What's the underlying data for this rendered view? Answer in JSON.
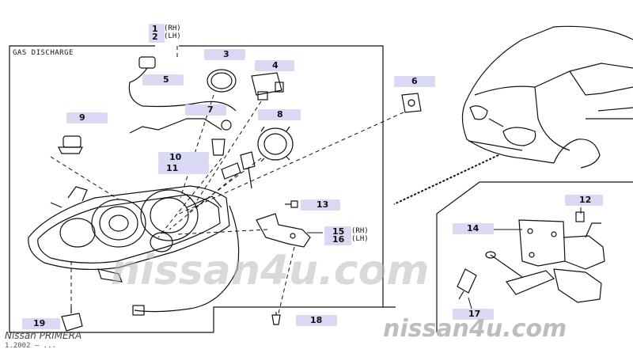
{
  "section_caption": "GAS DISCHARGE",
  "parts": [
    {
      "id": "p1",
      "num": "1",
      "side": "(RH)"
    },
    {
      "id": "p2",
      "num": "2",
      "side": "(LH)"
    },
    {
      "id": "p3",
      "num": "3"
    },
    {
      "id": "p4",
      "num": "4"
    },
    {
      "id": "p5",
      "num": "5"
    },
    {
      "id": "p6",
      "num": "6"
    },
    {
      "id": "p7",
      "num": "7"
    },
    {
      "id": "p8",
      "num": "8"
    },
    {
      "id": "p9",
      "num": "9"
    },
    {
      "id": "p10",
      "num": "10"
    },
    {
      "id": "p11",
      "num": "11"
    },
    {
      "id": "p12",
      "num": "12"
    },
    {
      "id": "p13",
      "num": "13"
    },
    {
      "id": "p14",
      "num": "14"
    },
    {
      "id": "p15",
      "num": "15",
      "side": "(RH)"
    },
    {
      "id": "p16",
      "num": "16",
      "side": "(LH)"
    },
    {
      "id": "p17",
      "num": "17"
    },
    {
      "id": "p18",
      "num": "18"
    },
    {
      "id": "p19",
      "num": "19"
    }
  ],
  "watermark_main": "nissan4u.com",
  "watermark_corner": "nissan4u.com",
  "brand_line": "Nissan PRIMERA",
  "date_line": "1.2002 – ...",
  "colors": {
    "callout_bg": "#d9d9f4",
    "line": "#111111",
    "watermark": "#bdbdbd"
  }
}
